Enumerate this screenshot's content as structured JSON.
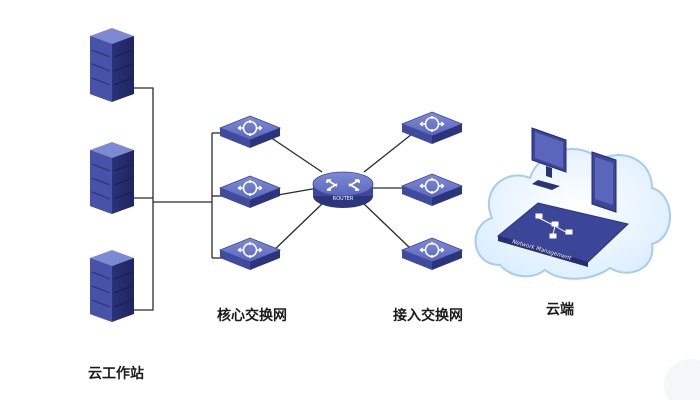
{
  "labels": {
    "workstation": "云工作站",
    "core_switch": "核心交换网",
    "access_switch": "接入交换网",
    "cloud": "云端"
  },
  "router": {
    "label": "ROUTER"
  },
  "cloud_panel": {
    "label": "Network Management"
  },
  "colors": {
    "device_top": "#6a78c8",
    "device_side": "#3a4494",
    "line": "#2b2b2b",
    "cloud_fill": "#eef6ff",
    "cloud_stroke": "#9cc4ea"
  }
}
